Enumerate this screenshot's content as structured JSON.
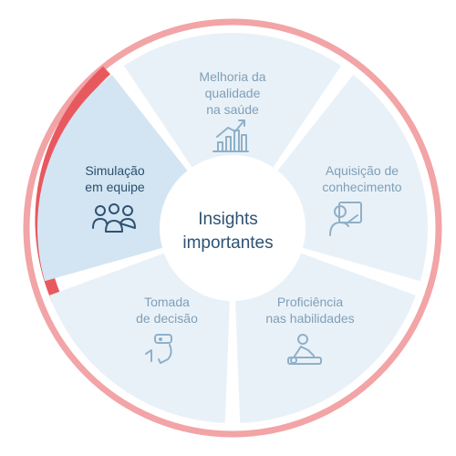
{
  "center": {
    "title": "Insights\nimportantes"
  },
  "segments": [
    {
      "id": "top",
      "label": "Melhoria da\nqualidade\nna saúde",
      "icon": "bar-chart-growth-icon",
      "active": false
    },
    {
      "id": "right",
      "label": "Aquisição de\nconhecimento",
      "icon": "presenter-board-icon",
      "active": false
    },
    {
      "id": "bottom-right",
      "label": "Proficiência\nnas habilidades",
      "icon": "patient-exam-icon",
      "active": false
    },
    {
      "id": "bottom-left",
      "label": "Tomada\nde decisão",
      "icon": "vr-headset-user-icon",
      "active": false
    },
    {
      "id": "left",
      "label": "Simulação\nem equipe",
      "icon": "team-group-icon",
      "active": true
    }
  ],
  "colors": {
    "segment_fill": "#e9f1f8",
    "segment_active_fill": "#d3e5f2",
    "ring_light": "#f2a4a6",
    "ring_accent": "#e8595f",
    "icon_active": "#2e5272",
    "icon_inactive": "#8fb0c8"
  }
}
